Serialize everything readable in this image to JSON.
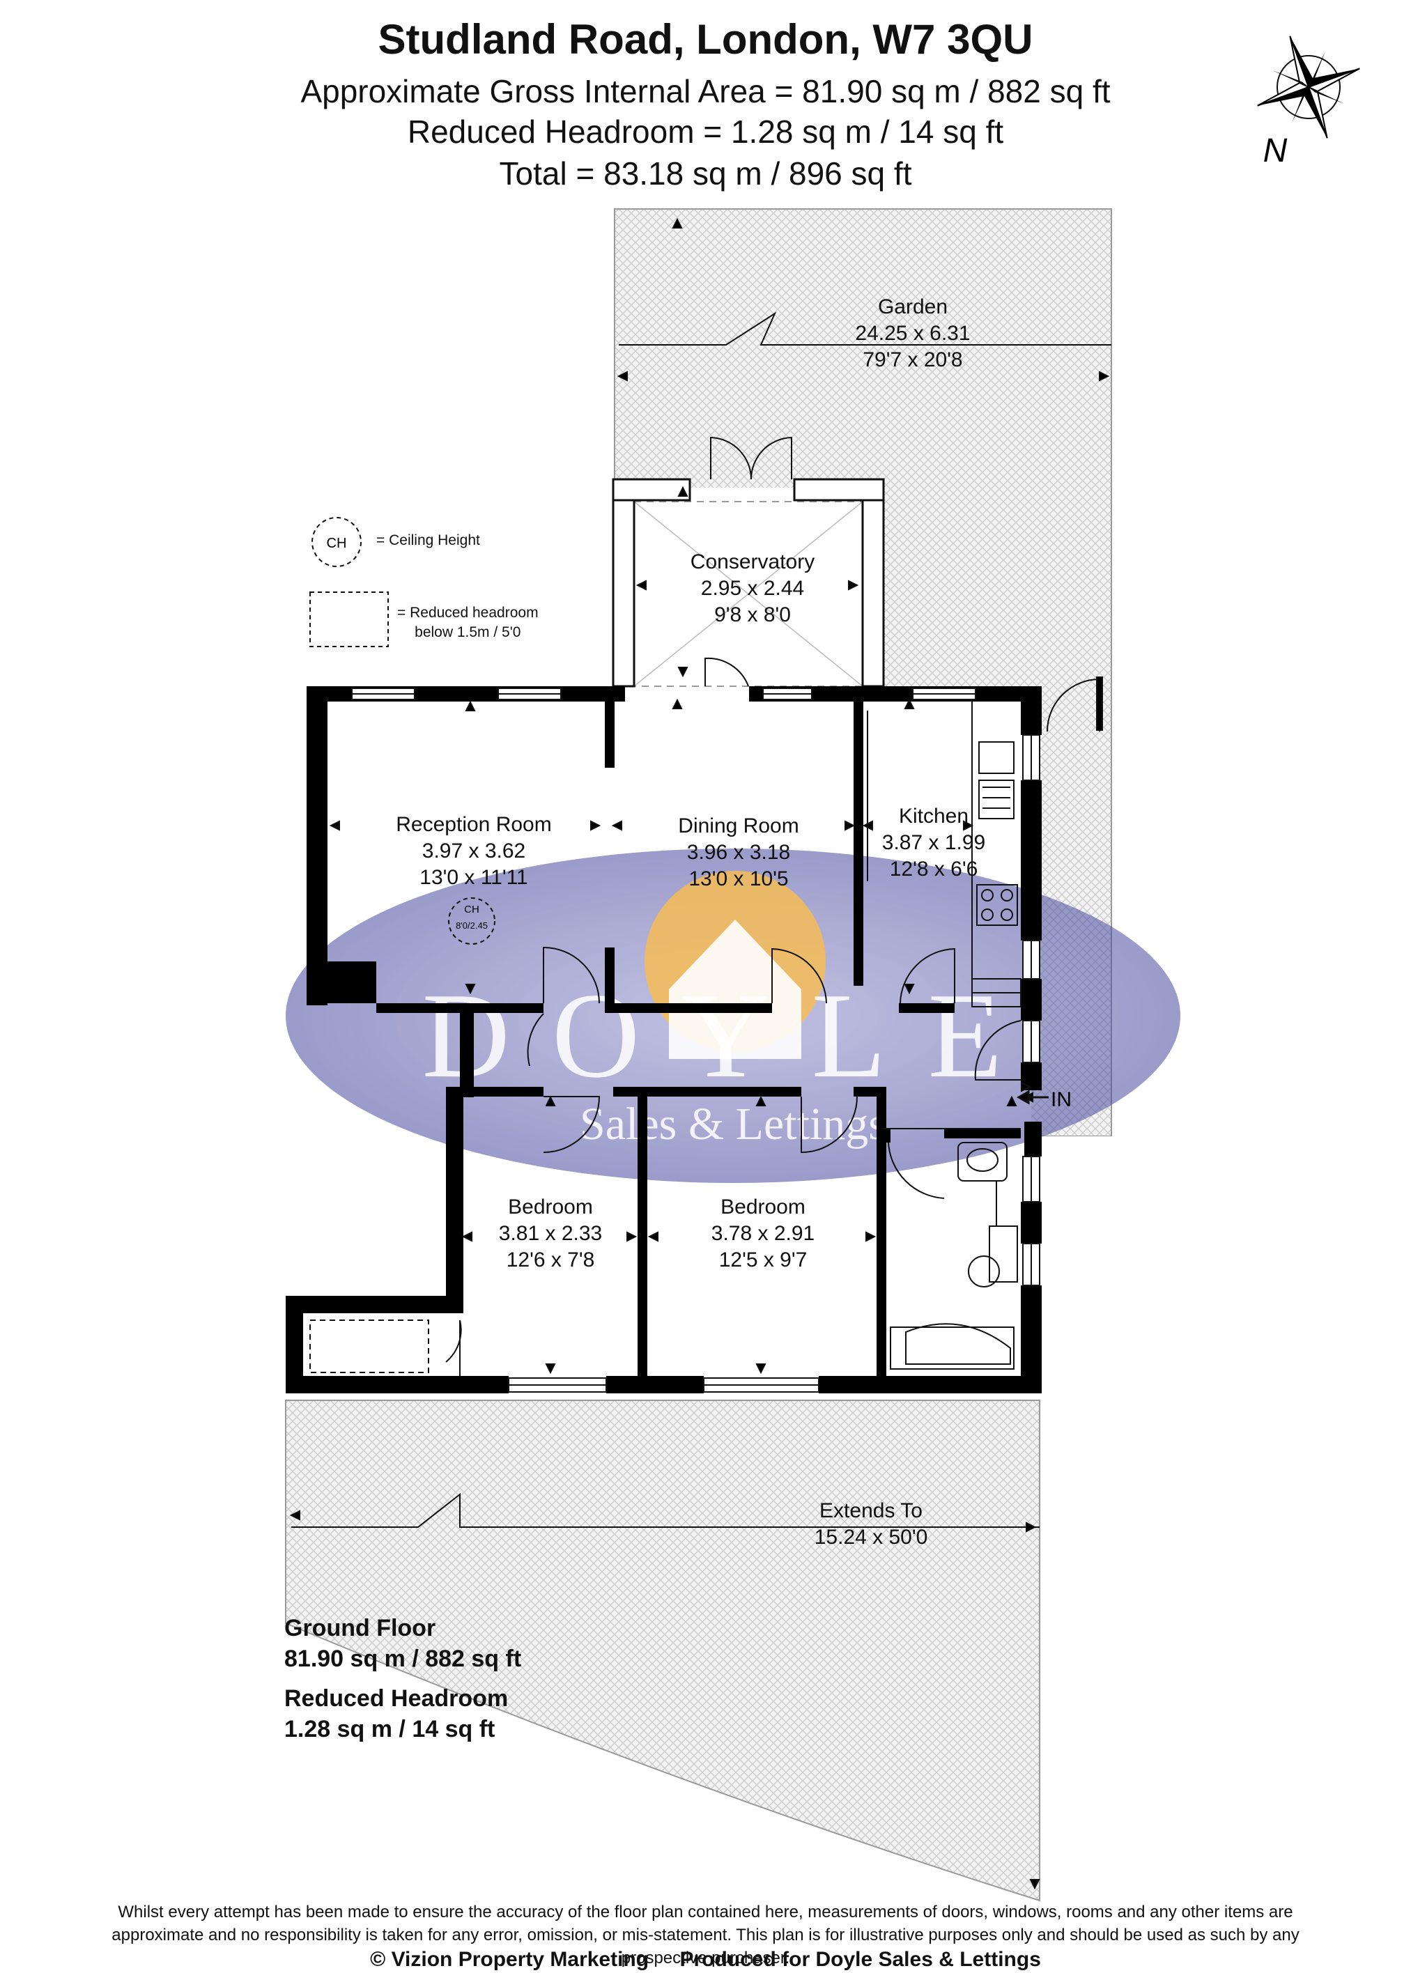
{
  "header": {
    "title": "Studland Road, London, W7 3QU",
    "gross_area": "Approximate Gross Internal Area = 81.90 sq m / 882 sq ft",
    "reduced_headroom": "Reduced Headroom = 1.28 sq m / 14 sq ft",
    "total": "Total = 83.18 sq m / 896 sq ft"
  },
  "compass": {
    "label": "N",
    "icon": "compass-rose-icon"
  },
  "legend": {
    "ch_symbol": "CH",
    "ch_text": "= Ceiling Height",
    "reduced_text_1": "= Reduced headroom",
    "reduced_text_2": "below 1.5m / 5'0"
  },
  "rooms": {
    "garden": {
      "name": "Garden",
      "metric": "24.25 x 6.31",
      "imperial": "79'7 x 20'8"
    },
    "conservatory": {
      "name": "Conservatory",
      "metric": "2.95 x 2.44",
      "imperial": "9'8 x 8'0"
    },
    "reception": {
      "name": "Reception Room",
      "metric": "3.97 x 3.62",
      "imperial": "13'0 x 11'11"
    },
    "dining": {
      "name": "Dining Room",
      "metric": "3.96 x 3.18",
      "imperial": "13'0 x 10'5"
    },
    "kitchen": {
      "name": "Kitchen",
      "metric": "3.87 x 1.99",
      "imperial": "12'8 x 6'6"
    },
    "bedroom1": {
      "name": "Bedroom",
      "metric": "3.81 x 2.33",
      "imperial": "12'6 x 7'8"
    },
    "bedroom2": {
      "name": "Bedroom",
      "metric": "3.78 x 2.91",
      "imperial": "12'5 x 9'7"
    },
    "front": {
      "name": "Extends To",
      "metric": "15.24 x 50'0"
    }
  },
  "ceiling_marker": {
    "symbol": "CH",
    "value": "8'0/2.45"
  },
  "entrance": {
    "label": "IN"
  },
  "watermark": {
    "brand": "DOYLE",
    "tagline": "Sales & Lettings",
    "color": "#3a3a9a",
    "accent": "#f0a020"
  },
  "floor": {
    "name": "Ground Floor",
    "area": "81.90 sq m / 882 sq ft",
    "reduced_name": "Reduced Headroom",
    "reduced_area": "1.28 sq m / 14 sq ft"
  },
  "footer": {
    "disclaimer": "Whilst every attempt has been made to ensure the accuracy of the floor plan contained here, measurements of doors, windows, rooms and any other items are approximate and no responsibility is taken for any error, omission, or mis-statement. This plan is for illustrative purposes only and should be used as such by any prospective purchaser.",
    "credit_left": "© Vizion Property Marketing",
    "credit_right": "Produced for Doyle Sales & Lettings"
  }
}
